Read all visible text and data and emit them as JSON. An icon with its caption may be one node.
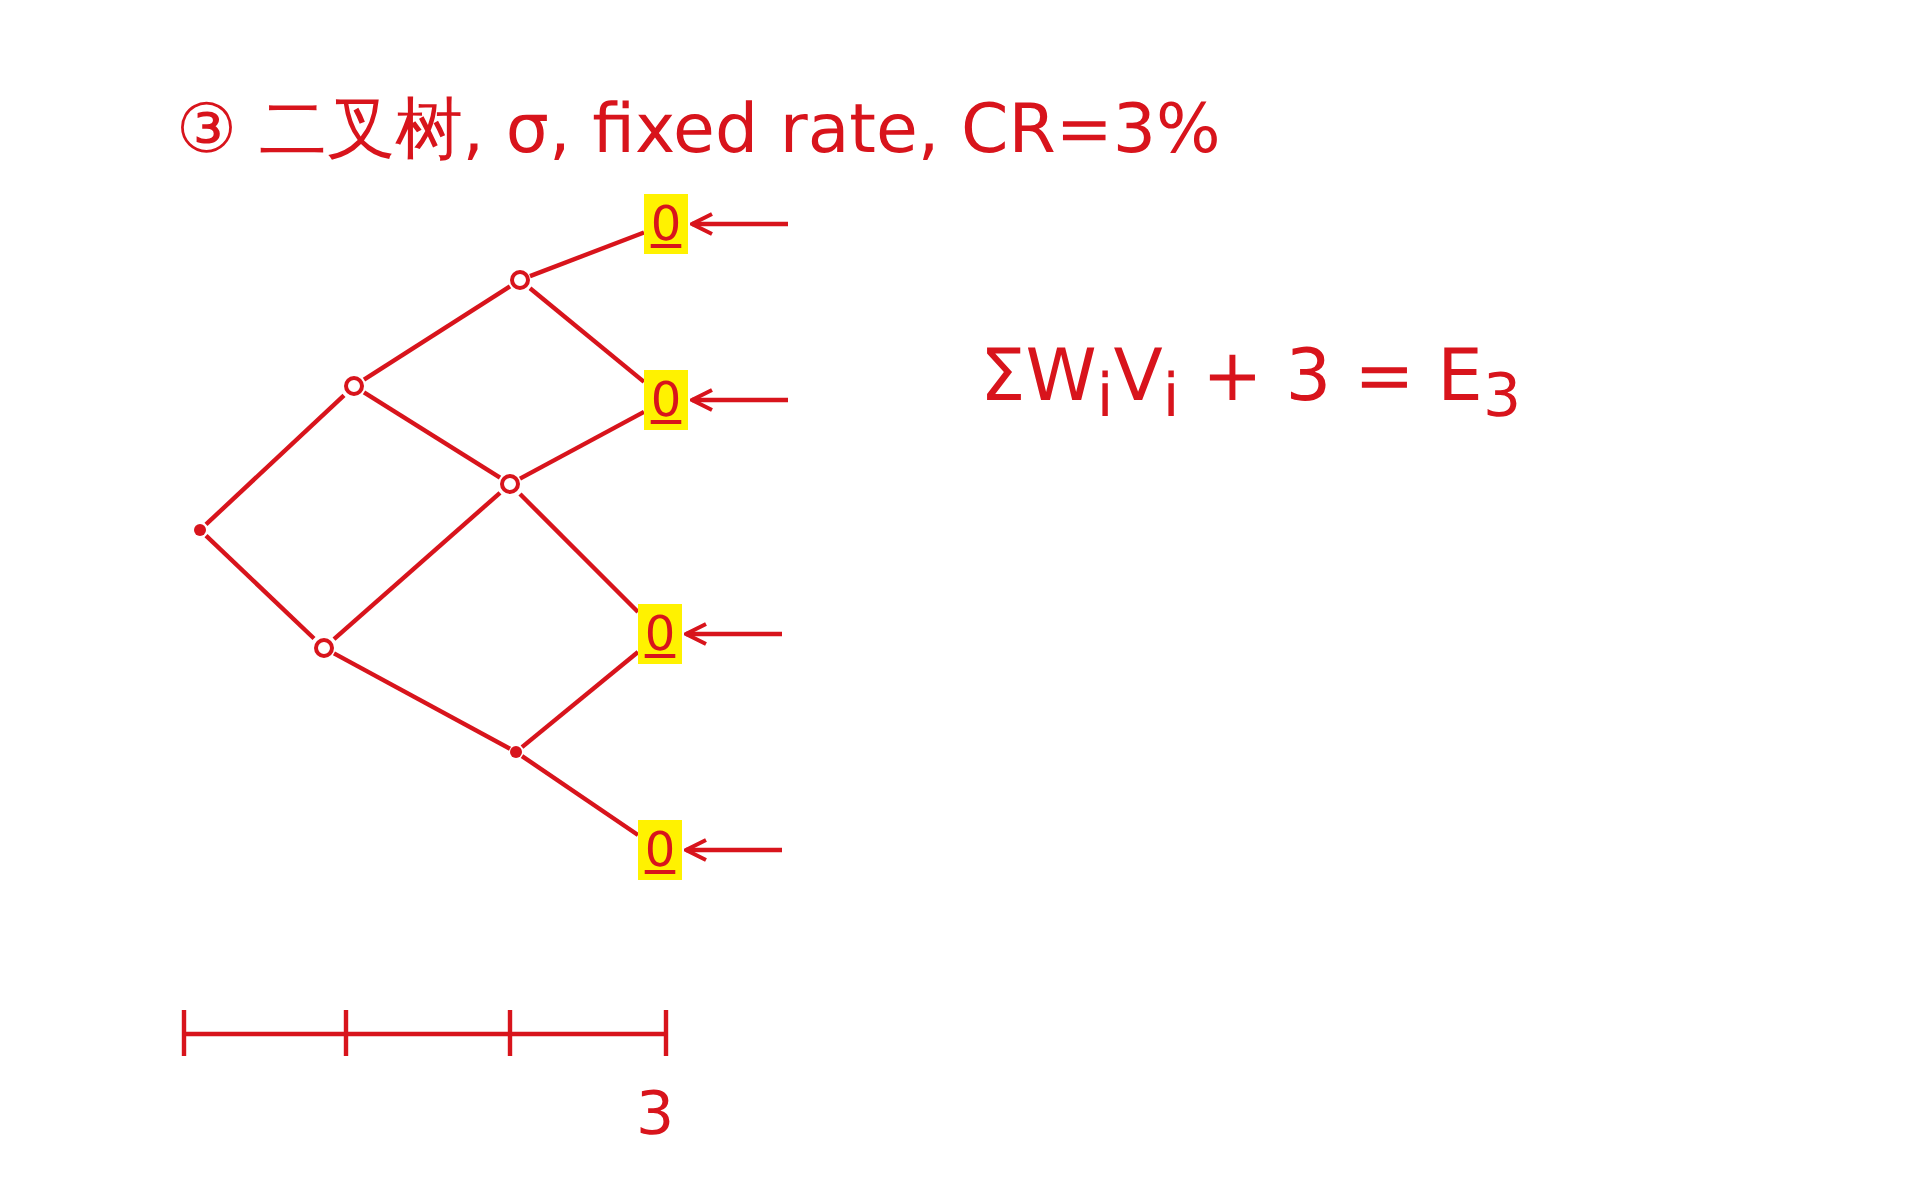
{
  "diagram": {
    "title": "③ 二叉树, σ, fixed rate, CR=3%",
    "nodes": [
      {
        "text": [],
        "shape": "point"
      },
      {
        "text": [],
        "shape": "circle"
      },
      {
        "text": [],
        "shape": "circle"
      },
      {
        "text": [],
        "shape": "circle"
      },
      {
        "text": [],
        "shape": "circle"
      },
      {
        "text": [],
        "shape": "point"
      },
      {
        "text": [
          "0"
        ]
      },
      {
        "text": [
          "0"
        ]
      },
      {
        "text": [
          "0"
        ]
      },
      {
        "text": [
          "0"
        ]
      }
    ],
    "edges": [
      {
        "from": 0,
        "to": 1,
        "arrow": "none"
      },
      {
        "from": 0,
        "to": 2,
        "arrow": "none"
      },
      {
        "from": 1,
        "to": 3,
        "arrow": "none"
      },
      {
        "from": 1,
        "to": 4,
        "arrow": "none"
      },
      {
        "from": 2,
        "to": 4,
        "arrow": "none"
      },
      {
        "from": 2,
        "to": 5,
        "arrow": "none"
      },
      {
        "from": 3,
        "to": 6,
        "arrow": "none"
      },
      {
        "from": 3,
        "to": 7,
        "arrow": "none"
      },
      {
        "from": 4,
        "to": 7,
        "arrow": "none"
      },
      {
        "from": 4,
        "to": 8,
        "arrow": "none"
      },
      {
        "from": 5,
        "to": 8,
        "arrow": "none"
      },
      {
        "from": 5,
        "to": 9,
        "arrow": "none"
      },
      {
        "from": null,
        "to": 6,
        "arrow": "to"
      },
      {
        "from": null,
        "to": 7,
        "arrow": "to"
      },
      {
        "from": null,
        "to": 8,
        "arrow": "to"
      },
      {
        "from": null,
        "to": 9,
        "arrow": "to"
      }
    ],
    "labels": [
      "ΣW$_{i}$V$_{i}$ + 3 = E$_{3}$",
      "3"
    ]
  }
}
